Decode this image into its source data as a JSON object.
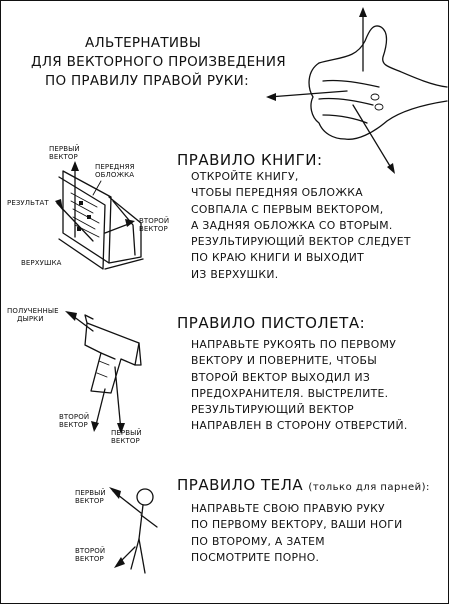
{
  "title": {
    "lines": [
      "АЛЬТЕРНАТИВЫ",
      "ДЛЯ ВЕКТОРНОГО ПРОИЗВЕДЕНИЯ",
      "ПО ПРАВИЛУ ПРАВОЙ РУКИ:"
    ]
  },
  "book_rule": {
    "heading": "ПРАВИЛО КНИГИ:",
    "lines": [
      "ОТКРОЙТЕ КНИГУ,",
      "ЧТОБЫ ПЕРЕДНЯЯ ОБЛОЖКА",
      "СОВПАЛА С ПЕРВЫМ ВЕКТОРОМ,",
      "А ЗАДНЯЯ ОБЛОЖКА СО ВТОРЫМ.",
      "РЕЗУЛЬТИРУЮЩИЙ ВЕКТОР СЛЕДУЕТ",
      "ПО КРАЮ КНИГИ И ВЫХОДИТ",
      "ИЗ ВЕРХУШКИ."
    ],
    "labels": {
      "first_vector": [
        "ПЕРВЫЙ",
        "ВЕКТОР"
      ],
      "front_cover": [
        "ПЕРЕДНЯЯ",
        "ОБЛОЖКА"
      ],
      "result": "РЕЗУЛЬТАТ",
      "second_vector": [
        "ВТОРОЙ",
        "ВЕКТОР"
      ],
      "top": "ВЕРХУШКА"
    }
  },
  "gun_rule": {
    "heading": "ПРАВИЛО ПИСТОЛЕТА:",
    "lines": [
      "НАПРАВЬТЕ РУКОЯТЬ ПО ПЕРВОМУ",
      "ВЕКТОРУ И ПОВЕРНИТЕ, ЧТОБЫ",
      "ВТОРОЙ ВЕКТОР ВЫХОДИЛ ИЗ",
      "ПРЕДОХРАНИТЕЛЯ. ВЫСТРЕЛИТЕ.",
      "РЕЗУЛЬТИРУЮЩИЙ ВЕКТОР",
      "НАПРАВЛЕН В СТОРОНУ ОТВЕРСТИЙ."
    ],
    "labels": {
      "holes": [
        "ПОЛУЧЕННЫЕ",
        "ДЫРКИ"
      ],
      "second_vector": [
        "ВТОРОЙ",
        "ВЕКТОР"
      ],
      "first_vector": [
        "ПЕРВЫЙ",
        "ВЕКТОР"
      ]
    }
  },
  "body_rule": {
    "heading": "ПРАВИЛО ТЕЛА",
    "aside": "(только для парней):",
    "lines": [
      "НАПРАВЬТЕ СВОЮ ПРАВУЮ РУКУ",
      "ПО ПЕРВОМУ ВЕКТОРУ, ВАШИ НОГИ",
      "ПО ВТОРОМУ, А ЗАТЕМ",
      "ПОСМОТРИТЕ ПОРНО."
    ],
    "labels": {
      "first_vector": [
        "ПЕРВЫЙ",
        "ВЕКТОР"
      ],
      "second_vector": [
        "ВТОРОЙ",
        "ВЕКТОР"
      ]
    }
  }
}
